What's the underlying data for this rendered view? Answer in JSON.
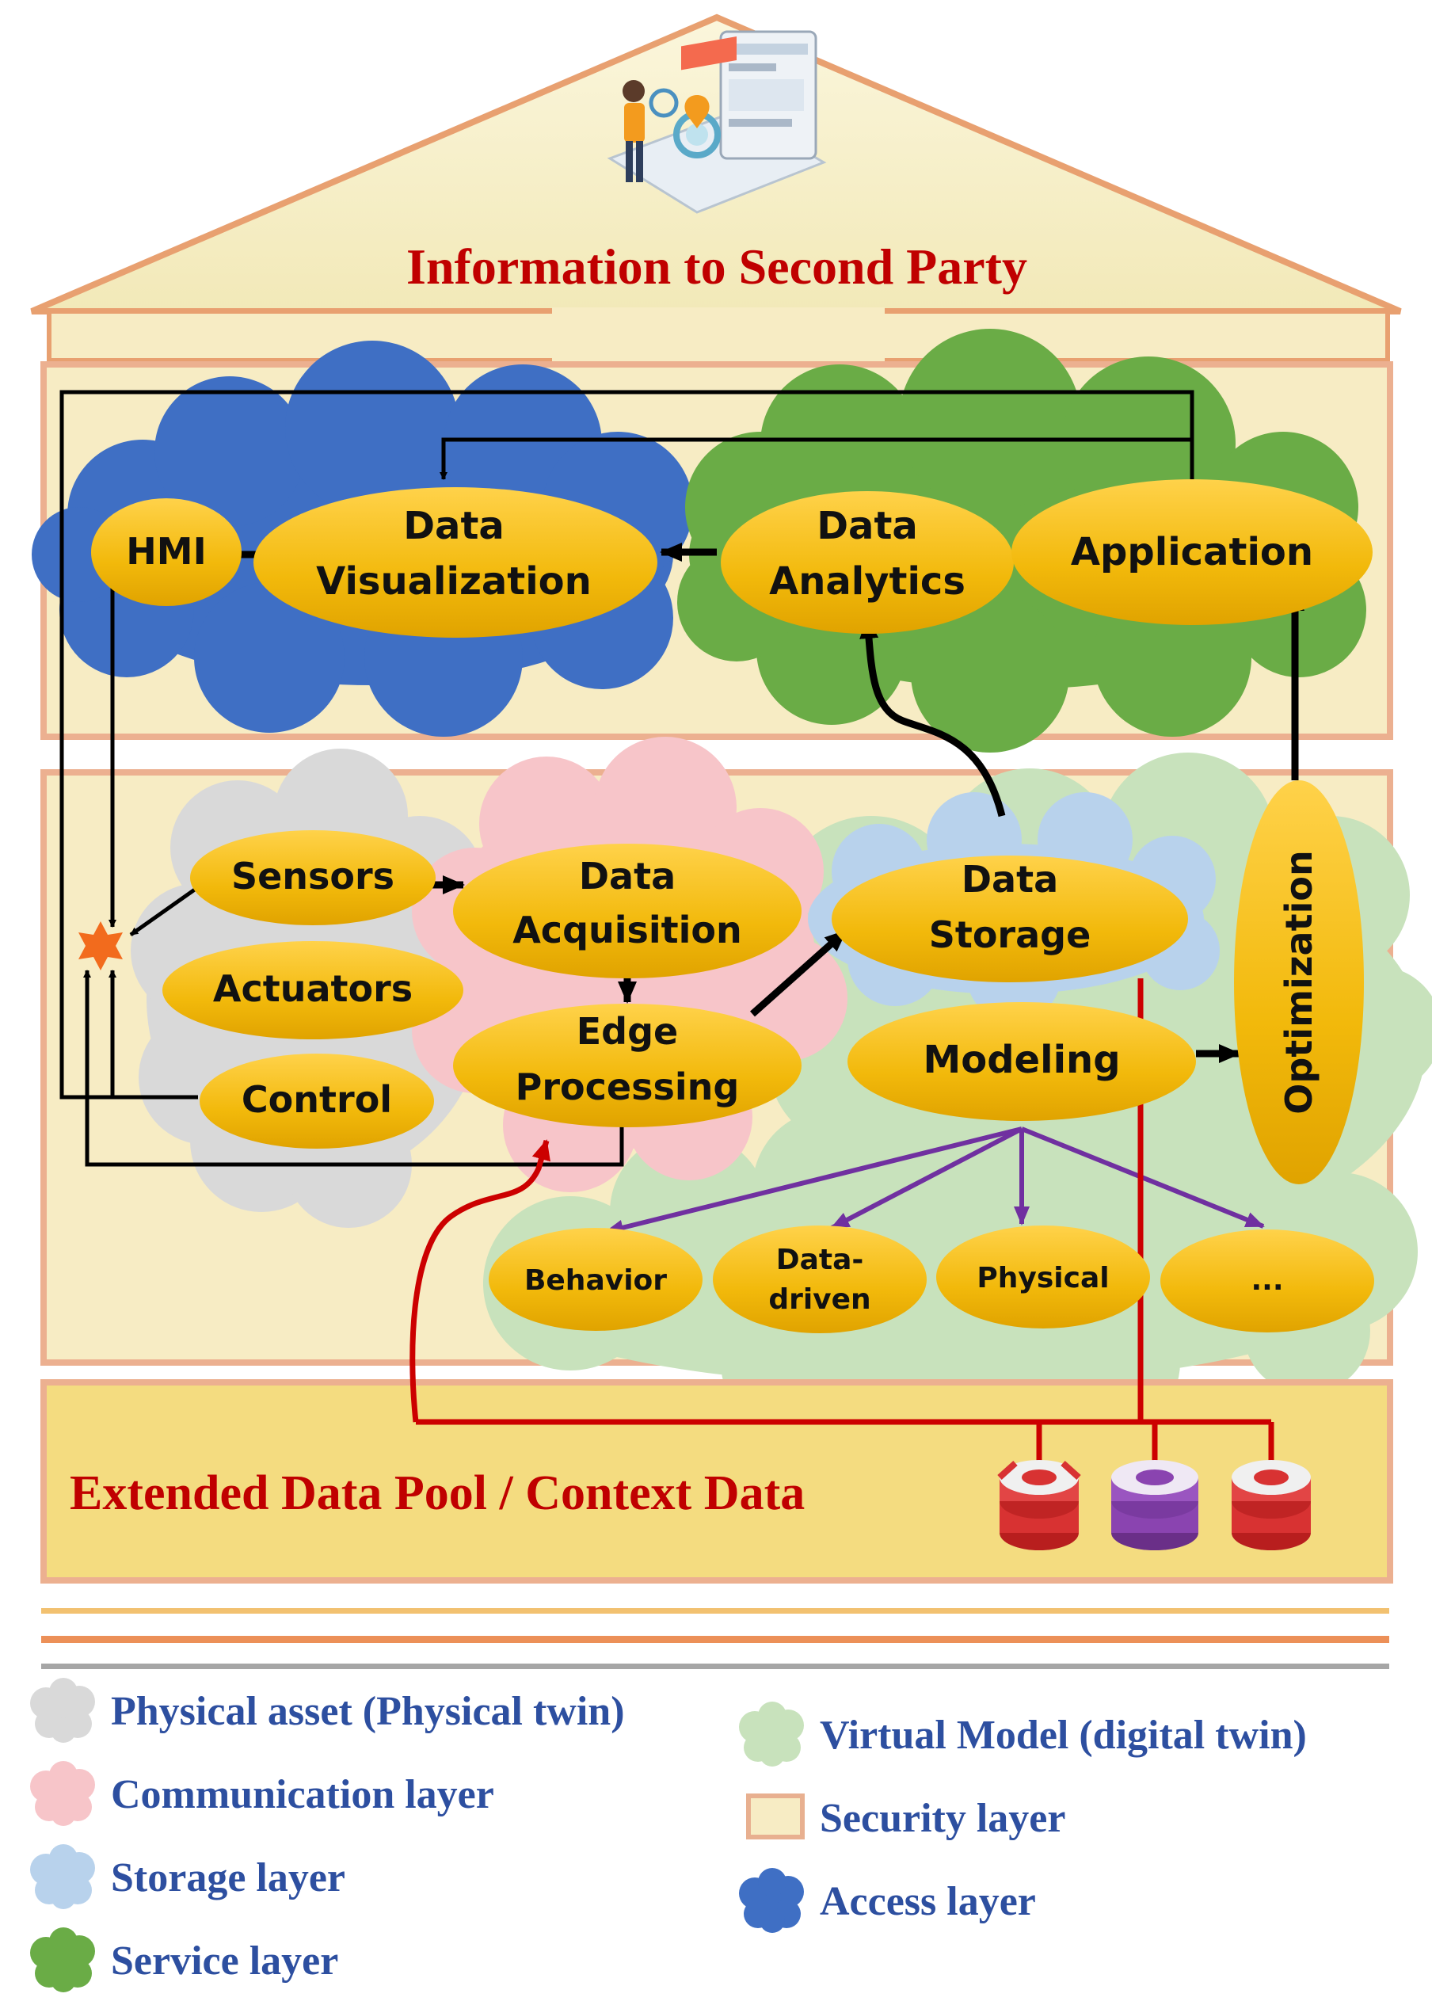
{
  "colors": {
    "physical": "#d9d9d9",
    "communication": "#f7c5c9",
    "storage": "#b8d2ec",
    "service": "#6aac46",
    "virtual": "#c8e2bc",
    "security": "#f7ecc4",
    "access": "#3f6fc4",
    "node": "#f2b90b",
    "pool": "#f4dc80",
    "red_line": "#cc0000",
    "purple_line": "#7030a0",
    "title_red": "#c00000",
    "legend_blue": "#2d4fa0"
  },
  "roof": {
    "title": "Information to Second Party",
    "icon": "person-analytics-illustration"
  },
  "nodes": {
    "hmi": "HMI",
    "data_visualization": [
      "Data",
      "Visualization"
    ],
    "data_analytics": [
      "Data",
      "Analytics"
    ],
    "application": "Application",
    "sensors": "Sensors",
    "actuators": "Actuators",
    "control": "Control",
    "data_acquisition": [
      "Data",
      "Acquisition"
    ],
    "edge_processing": [
      "Edge",
      "Processing"
    ],
    "data_storage": [
      "Data",
      "Storage"
    ],
    "modeling": "Modeling",
    "optimization": "Optimization",
    "behavior": "Behavior",
    "data_driven": [
      "Data-",
      "driven"
    ],
    "physical": "Physical",
    "ellipsis": "..."
  },
  "pool": {
    "title": "Extended Data Pool / Context Data",
    "icon": "database-icon"
  },
  "legend": [
    {
      "label": "Physical asset (Physical twin)",
      "color": "#d9d9d9",
      "shape": "cloud"
    },
    {
      "label": "Communication  layer",
      "color": "#f7c5c9",
      "shape": "cloud"
    },
    {
      "label": "Storage layer",
      "color": "#b8d2ec",
      "shape": "cloud"
    },
    {
      "label": "Service layer",
      "color": "#6aac46",
      "shape": "cloud"
    },
    {
      "label": "Virtual Model (digital twin)",
      "color": "#c8e2bc",
      "shape": "cloud"
    },
    {
      "label": "Security layer",
      "color": "#f7ecc4",
      "shape": "box"
    },
    {
      "label": "Access layer",
      "color": "#3f6fc4",
      "shape": "cloud"
    }
  ]
}
